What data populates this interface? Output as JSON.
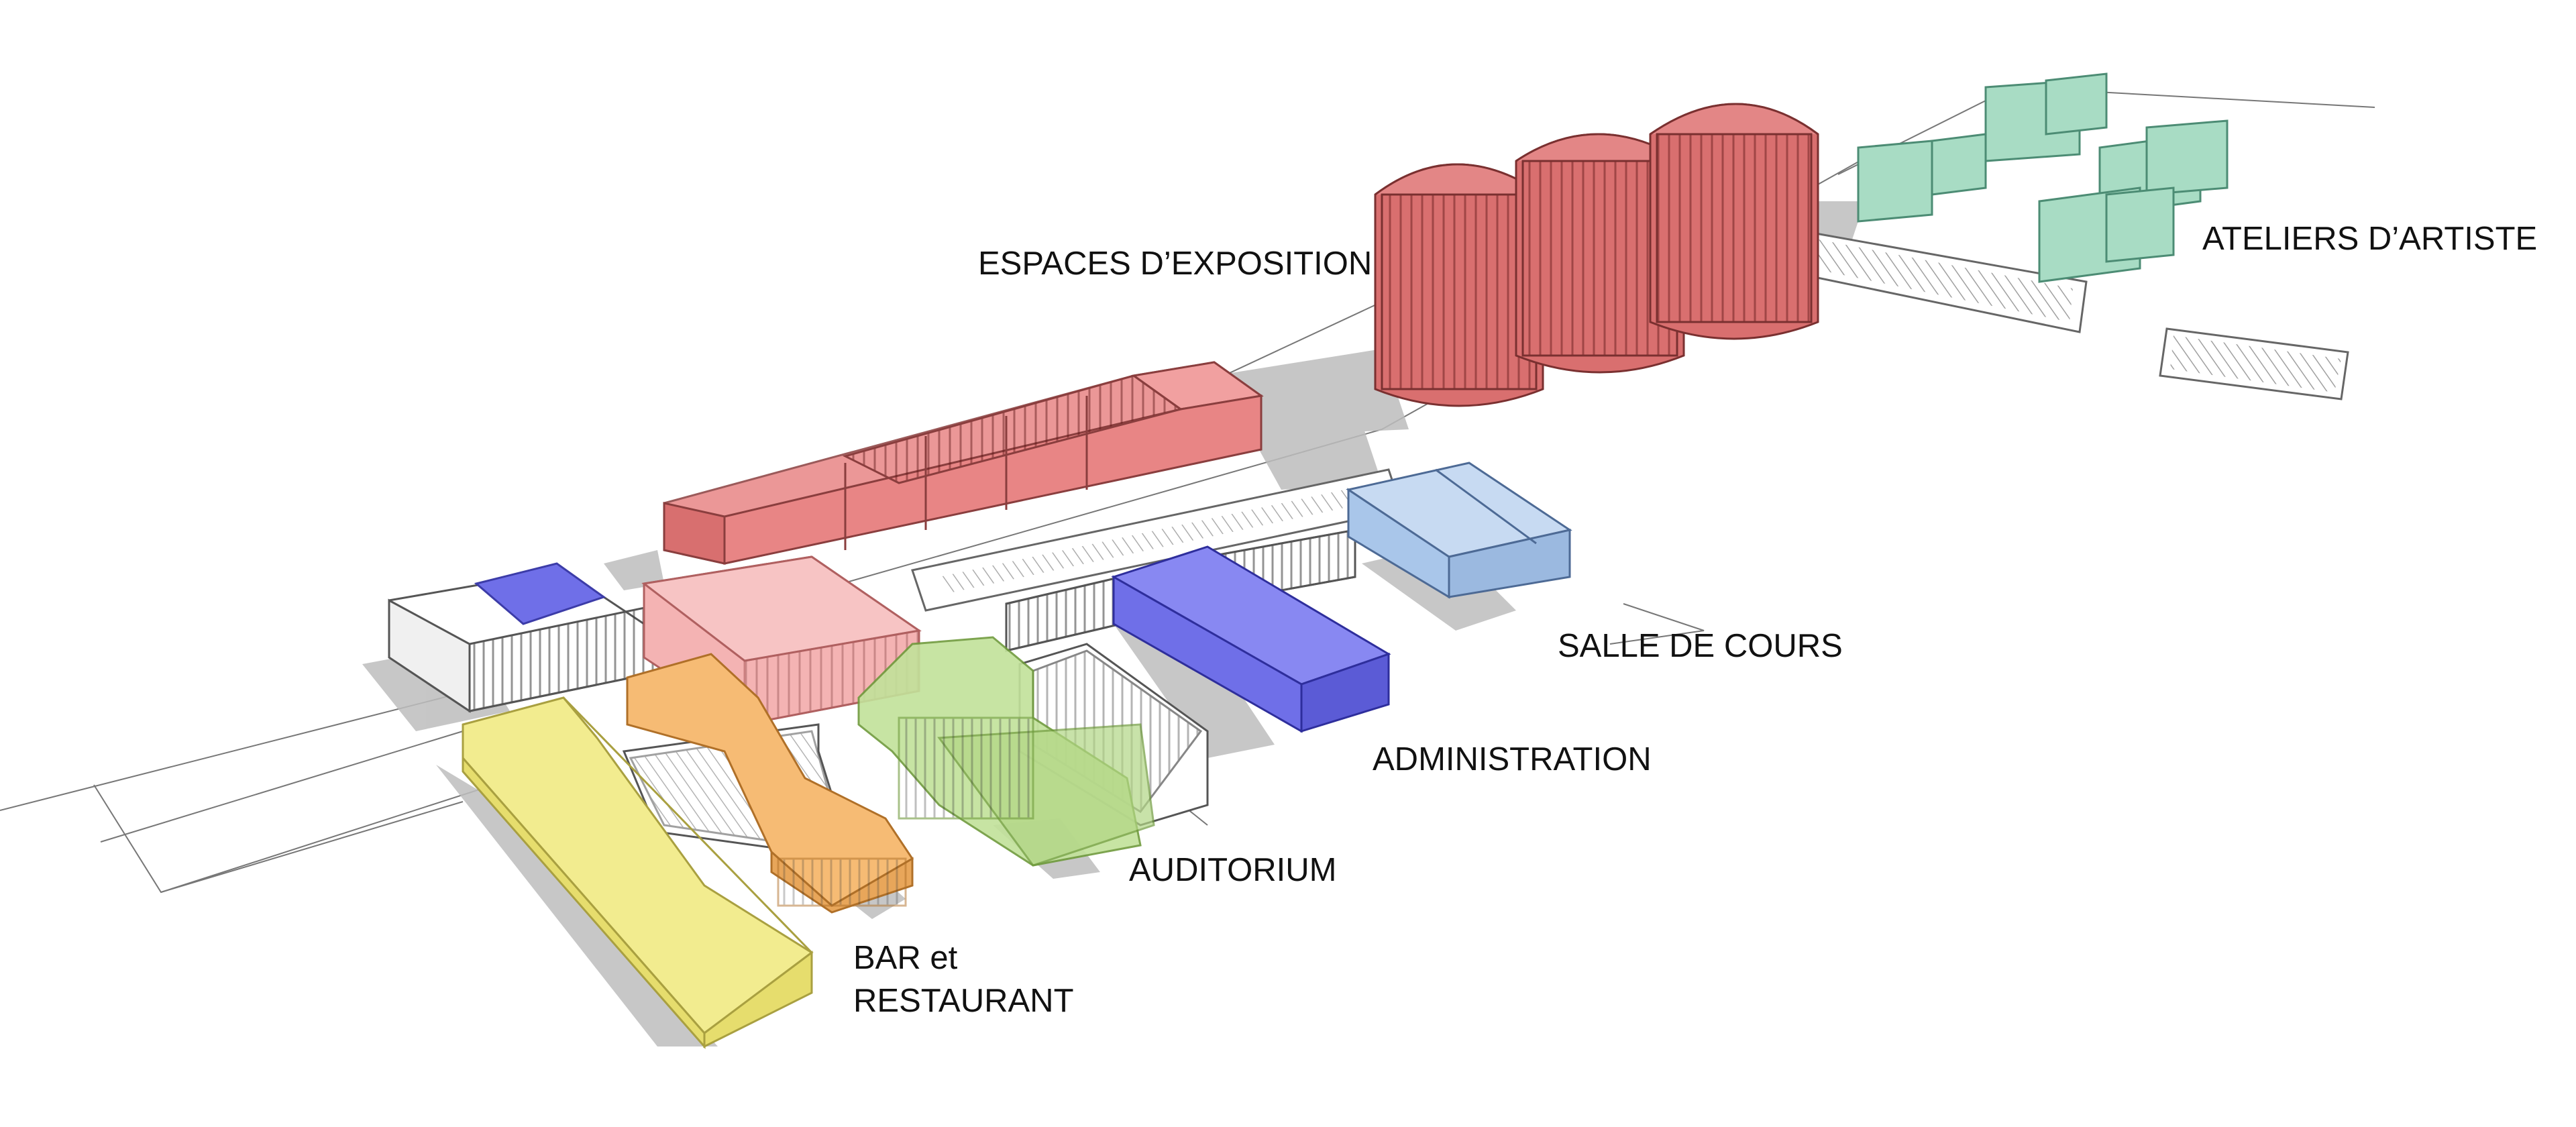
{
  "labels": {
    "espaces_exposition": "ESPACES D’EXPOSITION",
    "ateliers_artiste": "ATELIERS D’ARTISTE",
    "salle_de_cours": "SALLE DE COURS",
    "administration": "ADMINISTRATION",
    "auditorium": "AUDITORIUM",
    "bar_restaurant_line1": "BAR et",
    "bar_restaurant_line2": "RESTAURANT"
  },
  "colors": {
    "exhibition": "#e88585",
    "exhibition_light": "#f4b3b3",
    "silos": "#d96f6f",
    "ateliers": "#a8dcc4",
    "classroom": "#a9c6ea",
    "administration": "#6f6fe8",
    "auditorium": "#c2e29a",
    "bar": "#f2ec8f",
    "restaurant": "#f6bb74",
    "shadow": "#bdbdbd",
    "line": "#555555"
  }
}
